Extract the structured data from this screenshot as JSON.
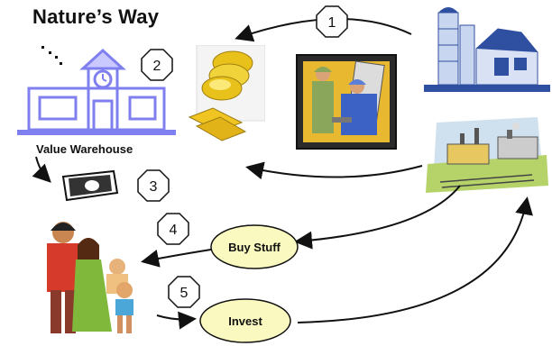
{
  "title": "Nature’s Way",
  "warehouse_label": "Value Warehouse",
  "steps": [
    "1",
    "2",
    "3",
    "4",
    "5"
  ],
  "buy_stuff_label": "Buy Stuff",
  "invest_label": "Invest",
  "colors": {
    "warehouse": "#7f7ff0",
    "ellipse_fill": "#fafac0",
    "gold": "#e8c21a",
    "factory_green": "#b6d36a",
    "barn_blue": "#2f4fa0"
  }
}
